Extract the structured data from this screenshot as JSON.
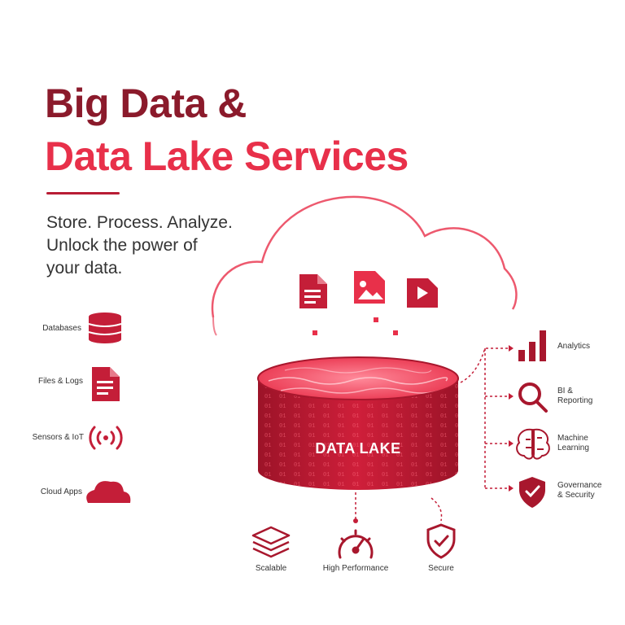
{
  "header": {
    "title_line1": "Big Data &",
    "title_line2": "Data Lake Services",
    "tagline_line1": "Store. Process. Analyze.",
    "tagline_line2": "Unlock the power of",
    "tagline_line3": "your data."
  },
  "sources": [
    {
      "label": "Databases",
      "icon": "database-icon"
    },
    {
      "label": "Files & Logs",
      "icon": "document-icon"
    },
    {
      "label": "Sensors & IoT",
      "icon": "wireless-signal-icon"
    },
    {
      "label": "Cloud Apps",
      "icon": "cloud-icon"
    }
  ],
  "cloud_icons": [
    "document-icon",
    "image-icon",
    "video-icon"
  ],
  "lake": {
    "label": "DATA LAKE"
  },
  "outputs": [
    {
      "line1": "Analytics",
      "line2": "",
      "icon": "bar-chart-icon"
    },
    {
      "line1": "BI &",
      "line2": "Reporting",
      "icon": "magnifier-icon"
    },
    {
      "line1": "Machine",
      "line2": "Learning",
      "icon": "brain-icon"
    },
    {
      "line1": "Governance",
      "line2": "& Security",
      "icon": "shield-check-icon"
    }
  ],
  "features": [
    {
      "label": "Scalable",
      "icon": "layers-icon"
    },
    {
      "label": "High Performance",
      "icon": "gauge-icon"
    },
    {
      "label": "Secure",
      "icon": "shield-check-icon"
    }
  ],
  "colors": {
    "dark_red": "#8b1a2b",
    "bright_red": "#e8304a",
    "brand_red": "#b81d34",
    "lake_top": "#f4546a"
  }
}
